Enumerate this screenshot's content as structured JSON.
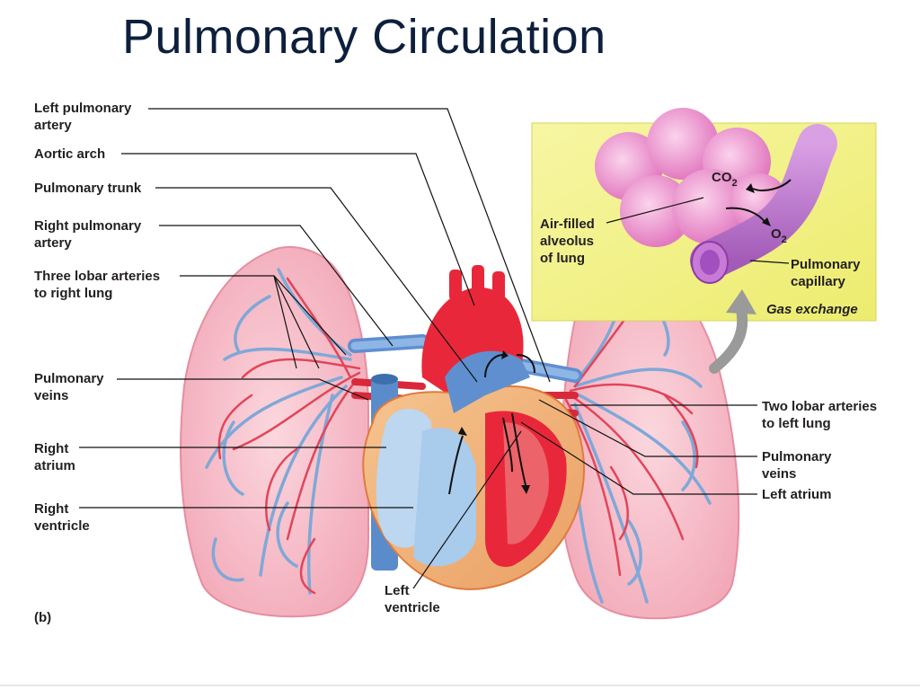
{
  "title": "Pulmonary Circulation",
  "panel_tag": "(b)",
  "labels_left": {
    "left_pulmonary_artery": "Left pulmonary\nartery",
    "aortic_arch": "Aortic arch",
    "pulmonary_trunk": "Pulmonary trunk",
    "right_pulmonary_artery": "Right pulmonary\nartery",
    "three_lobar_arteries": "Three lobar arteries\nto right lung",
    "pulmonary_veins": "Pulmonary\nveins",
    "right_atrium": "Right\natrium",
    "right_ventricle": "Right\nventricle"
  },
  "labels_right": {
    "two_lobar_arteries": "Two lobar arteries\nto left lung",
    "pulmonary_veins": "Pulmonary\nveins",
    "left_atrium": "Left atrium"
  },
  "label_bottom": {
    "left_ventricle": "Left\nventricle"
  },
  "inset": {
    "alveolus": "Air-filled\nalveolus\nof lung",
    "capillary": "Pulmonary\ncapillary",
    "caption": "Gas exchange",
    "co2": "CO",
    "co2_sub": "2",
    "o2": "O",
    "o2_sub": "2"
  },
  "colors": {
    "title": "#0d1f3c",
    "inset_bg": "#f4f08a",
    "lung_fill": "#f6b8c4",
    "artery_red": "#e8283a",
    "vein_blue": "#7aa7d8"
  }
}
